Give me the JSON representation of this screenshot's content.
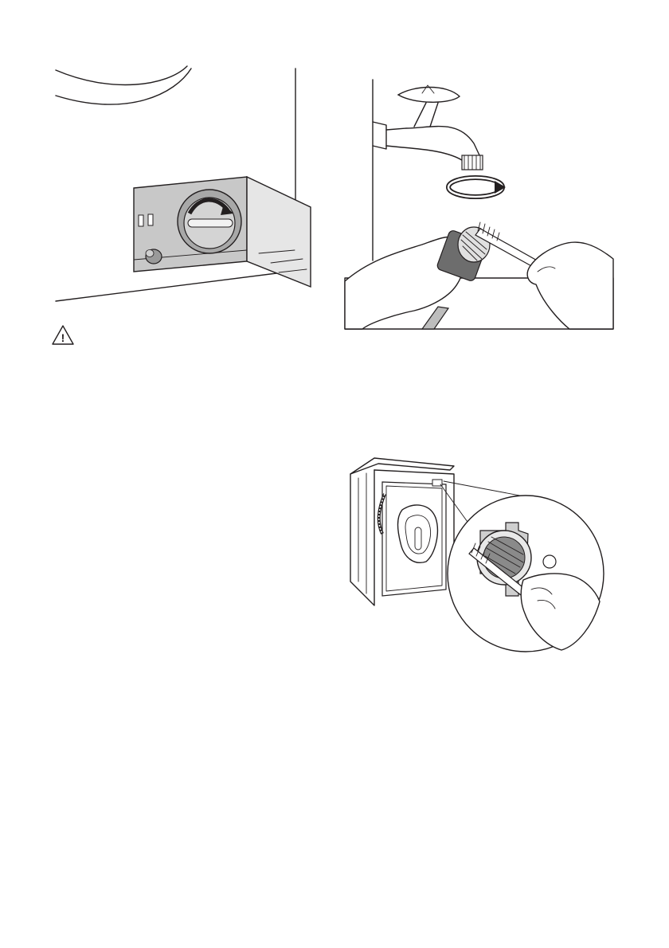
{
  "figures": [
    {
      "id": "drain-pump-filter-door",
      "icon": "washing-machine-service-door"
    },
    {
      "id": "cleaning-hose-filter",
      "icon": "tap-and-brush"
    },
    {
      "id": "cleaning-inlet-filter",
      "icon": "machine-back-inlet-filter"
    }
  ],
  "warning": {
    "icon": "warning-triangle-icon",
    "symbol": "!"
  },
  "colors": {
    "line": "#231f20",
    "panel_grey": "#c8c8c8",
    "door_grey": "#e6e6e6",
    "knob_grey": "#9a9a9a"
  }
}
